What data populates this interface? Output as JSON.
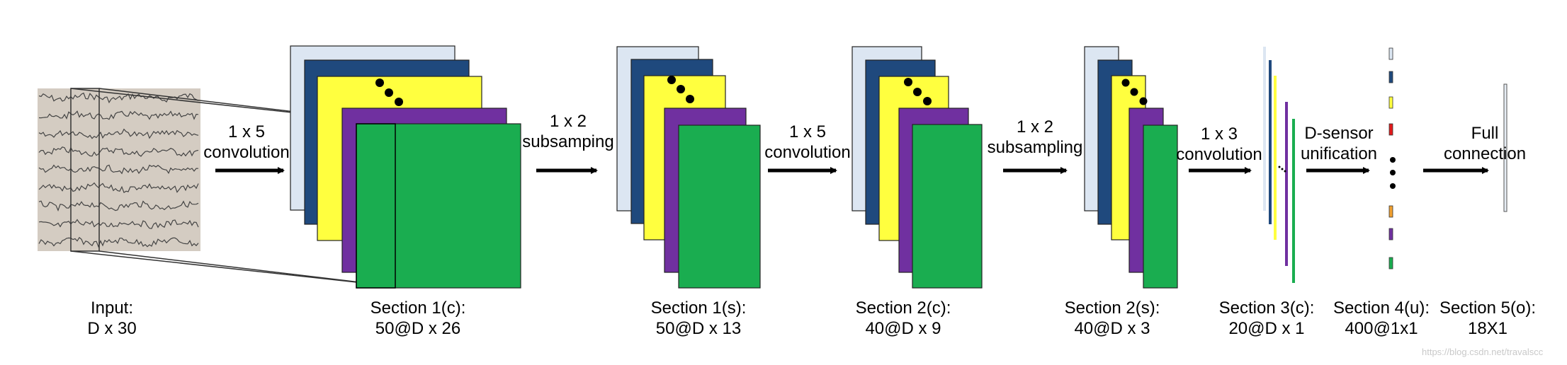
{
  "diagram": {
    "colors": {
      "light_blue": "#dce6f2",
      "dark_blue": "#1f497d",
      "yellow": "#ffff3f",
      "purple": "#7030a0",
      "green": "#1aad50",
      "red": "#e31a1c",
      "orange": "#f0a030",
      "input_bg": "#d4ccc2"
    },
    "operations": [
      {
        "line1": "1 x 5",
        "line2": "convolution"
      },
      {
        "line1": "1 x 2",
        "line2": "subsamping"
      },
      {
        "line1": "1 x 5",
        "line2": "convolution"
      },
      {
        "line1": "1 x 2",
        "line2": "subsampling"
      },
      {
        "line1": "1 x 3",
        "line2": "convolution"
      },
      {
        "line1": "D-sensor",
        "line2": "unification"
      },
      {
        "line1": "Full",
        "line2": "connection"
      }
    ],
    "sections": [
      {
        "line1": "Input:",
        "line2": "D x 30"
      },
      {
        "line1": "Section 1(c):",
        "line2": "50@D x 26"
      },
      {
        "line1": "Section 1(s):",
        "line2": "50@D x 13"
      },
      {
        "line1": "Section 2(c):",
        "line2": "40@D x 9"
      },
      {
        "line1": "Section 2(s):",
        "line2": "40@D x 3"
      },
      {
        "line1": "Section 3(c):",
        "line2": "20@D x 1"
      },
      {
        "line1": "Section 4(u):",
        "line2": "400@1x1"
      },
      {
        "line1": "Section 5(o):",
        "line2": "18X1"
      }
    ],
    "watermark": "https://blog.csdn.net/travalscc"
  }
}
